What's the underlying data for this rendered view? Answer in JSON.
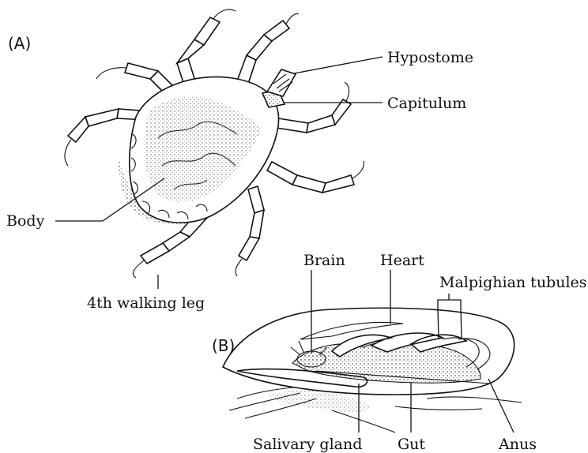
{
  "figure": {
    "panel_a": "(A)",
    "panel_b": "(B)",
    "labels_a": {
      "hypostome": "Hypostome",
      "capitulum": "Capitulum",
      "body": "Body",
      "leg4": "4th walking leg"
    },
    "labels_b": {
      "brain": "Brain",
      "heart": "Heart",
      "malpighian": "Malpighian tubules",
      "salivary": "Salivary gland",
      "gut": "Gut",
      "anus": "Anus"
    }
  }
}
